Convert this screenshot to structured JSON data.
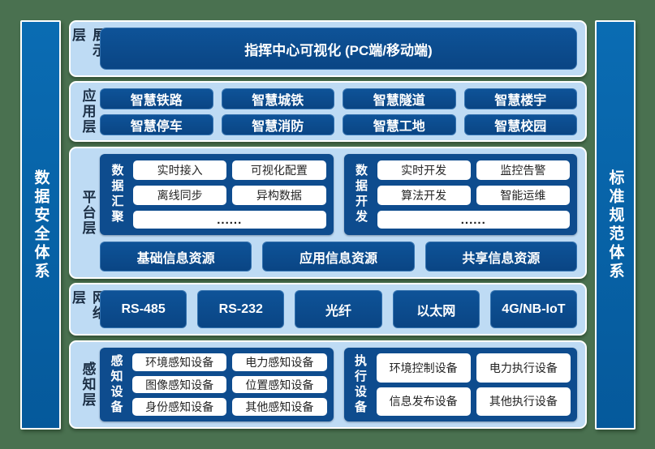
{
  "colors": {
    "background_green": "#4a7150",
    "layer_panel_blue": "#bedbf4",
    "box_navy": "#0c4b8e",
    "pillar_blue": "#0866ac",
    "white_box": "#ffffff"
  },
  "pillars": {
    "left": "数据安全体系",
    "right": "标准规范体系"
  },
  "display": {
    "label": "展示层",
    "title": "指挥中心可视化 (PC端/移动端)"
  },
  "application": {
    "label": "应用层",
    "boxes": [
      [
        "智慧铁路",
        "智慧城铁",
        "智慧隧道",
        "智慧楼宇"
      ],
      [
        "智慧停车",
        "智慧消防",
        "智慧工地",
        "智慧校园"
      ]
    ]
  },
  "platform": {
    "label": "平台层",
    "gather": {
      "label": "数据汇聚",
      "items": [
        [
          "实时接入",
          "可视化配置"
        ],
        [
          "离线同步",
          "异构数据"
        ]
      ],
      "more": "......"
    },
    "develop": {
      "label": "数据开发",
      "items": [
        [
          "实时开发",
          "监控告警"
        ],
        [
          "算法开发",
          "智能运维"
        ]
      ],
      "more": "......"
    },
    "resources": [
      "基础信息资源",
      "应用信息资源",
      "共享信息资源"
    ]
  },
  "network": {
    "label": "网络层",
    "boxes": [
      "RS-485",
      "RS-232",
      "光纤",
      "以太网",
      "4G/NB-IoT"
    ]
  },
  "perception": {
    "label": "感知层",
    "sense": {
      "label": "感知设备",
      "items": [
        [
          "环境感知设备",
          "电力感知设备"
        ],
        [
          "图像感知设备",
          "位置感知设备"
        ],
        [
          "身份感知设备",
          "其他感知设备"
        ]
      ]
    },
    "exec": {
      "label": "执行设备",
      "items": [
        [
          "环境控制设备",
          "电力执行设备"
        ],
        [
          "信息发布设备",
          "其他执行设备"
        ]
      ]
    }
  }
}
